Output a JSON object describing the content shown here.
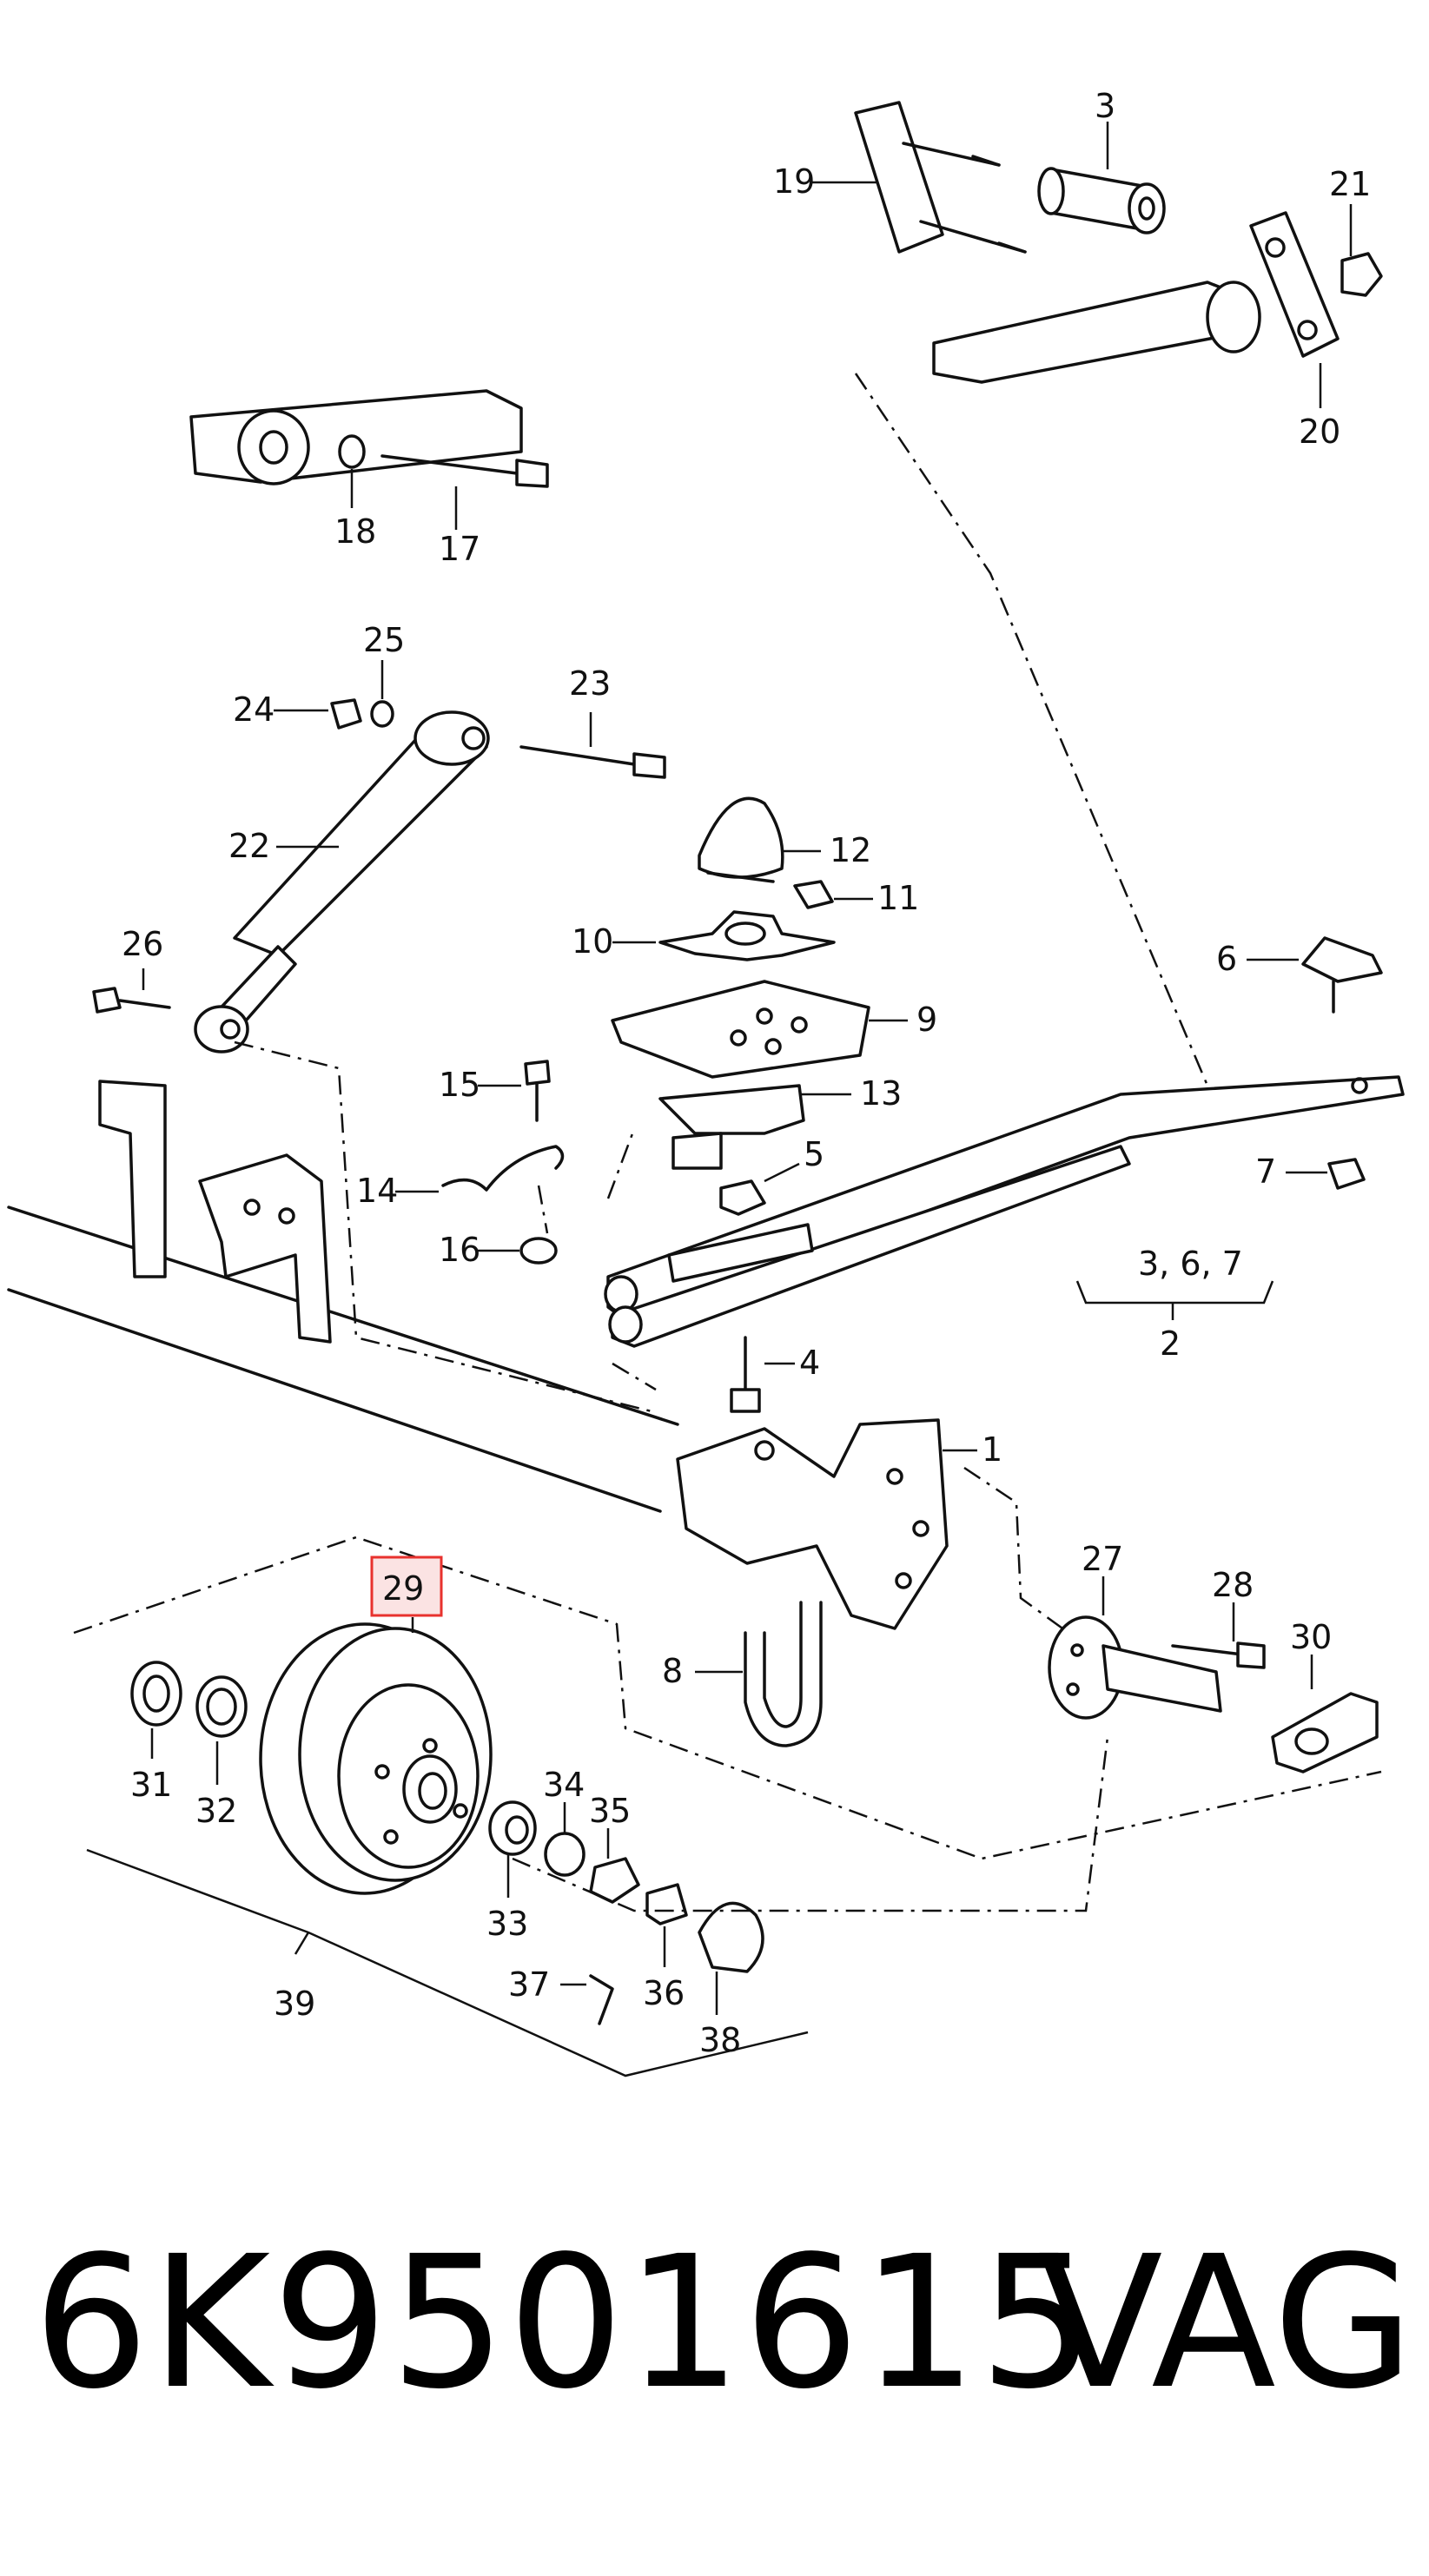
{
  "diagram": {
    "callouts": {
      "c1": "1",
      "c2": "2",
      "c3": "3",
      "c367": "3, 6, 7",
      "c4": "4",
      "c5": "5",
      "c6": "6",
      "c7": "7",
      "c8": "8",
      "c9": "9",
      "c10": "10",
      "c11": "11",
      "c12": "12",
      "c13": "13",
      "c14": "14",
      "c15": "15",
      "c16": "16",
      "c17": "17",
      "c18": "18",
      "c19": "19",
      "c20": "20",
      "c21": "21",
      "c22": "22",
      "c23": "23",
      "c24": "24",
      "c25": "25",
      "c26": "26",
      "c27": "27",
      "c28": "28",
      "c29": "29",
      "c30": "30",
      "c31": "31",
      "c32": "32",
      "c33": "33",
      "c34": "34",
      "c35": "35",
      "c36": "36",
      "c37": "37",
      "c38": "38",
      "c39": "39"
    },
    "highlighted_callout": "29",
    "highlight_color": "#e8322e",
    "highlight_fill": "#fbe3e3"
  },
  "footer": {
    "part_number": "6K9501615",
    "brand": "VAG"
  }
}
